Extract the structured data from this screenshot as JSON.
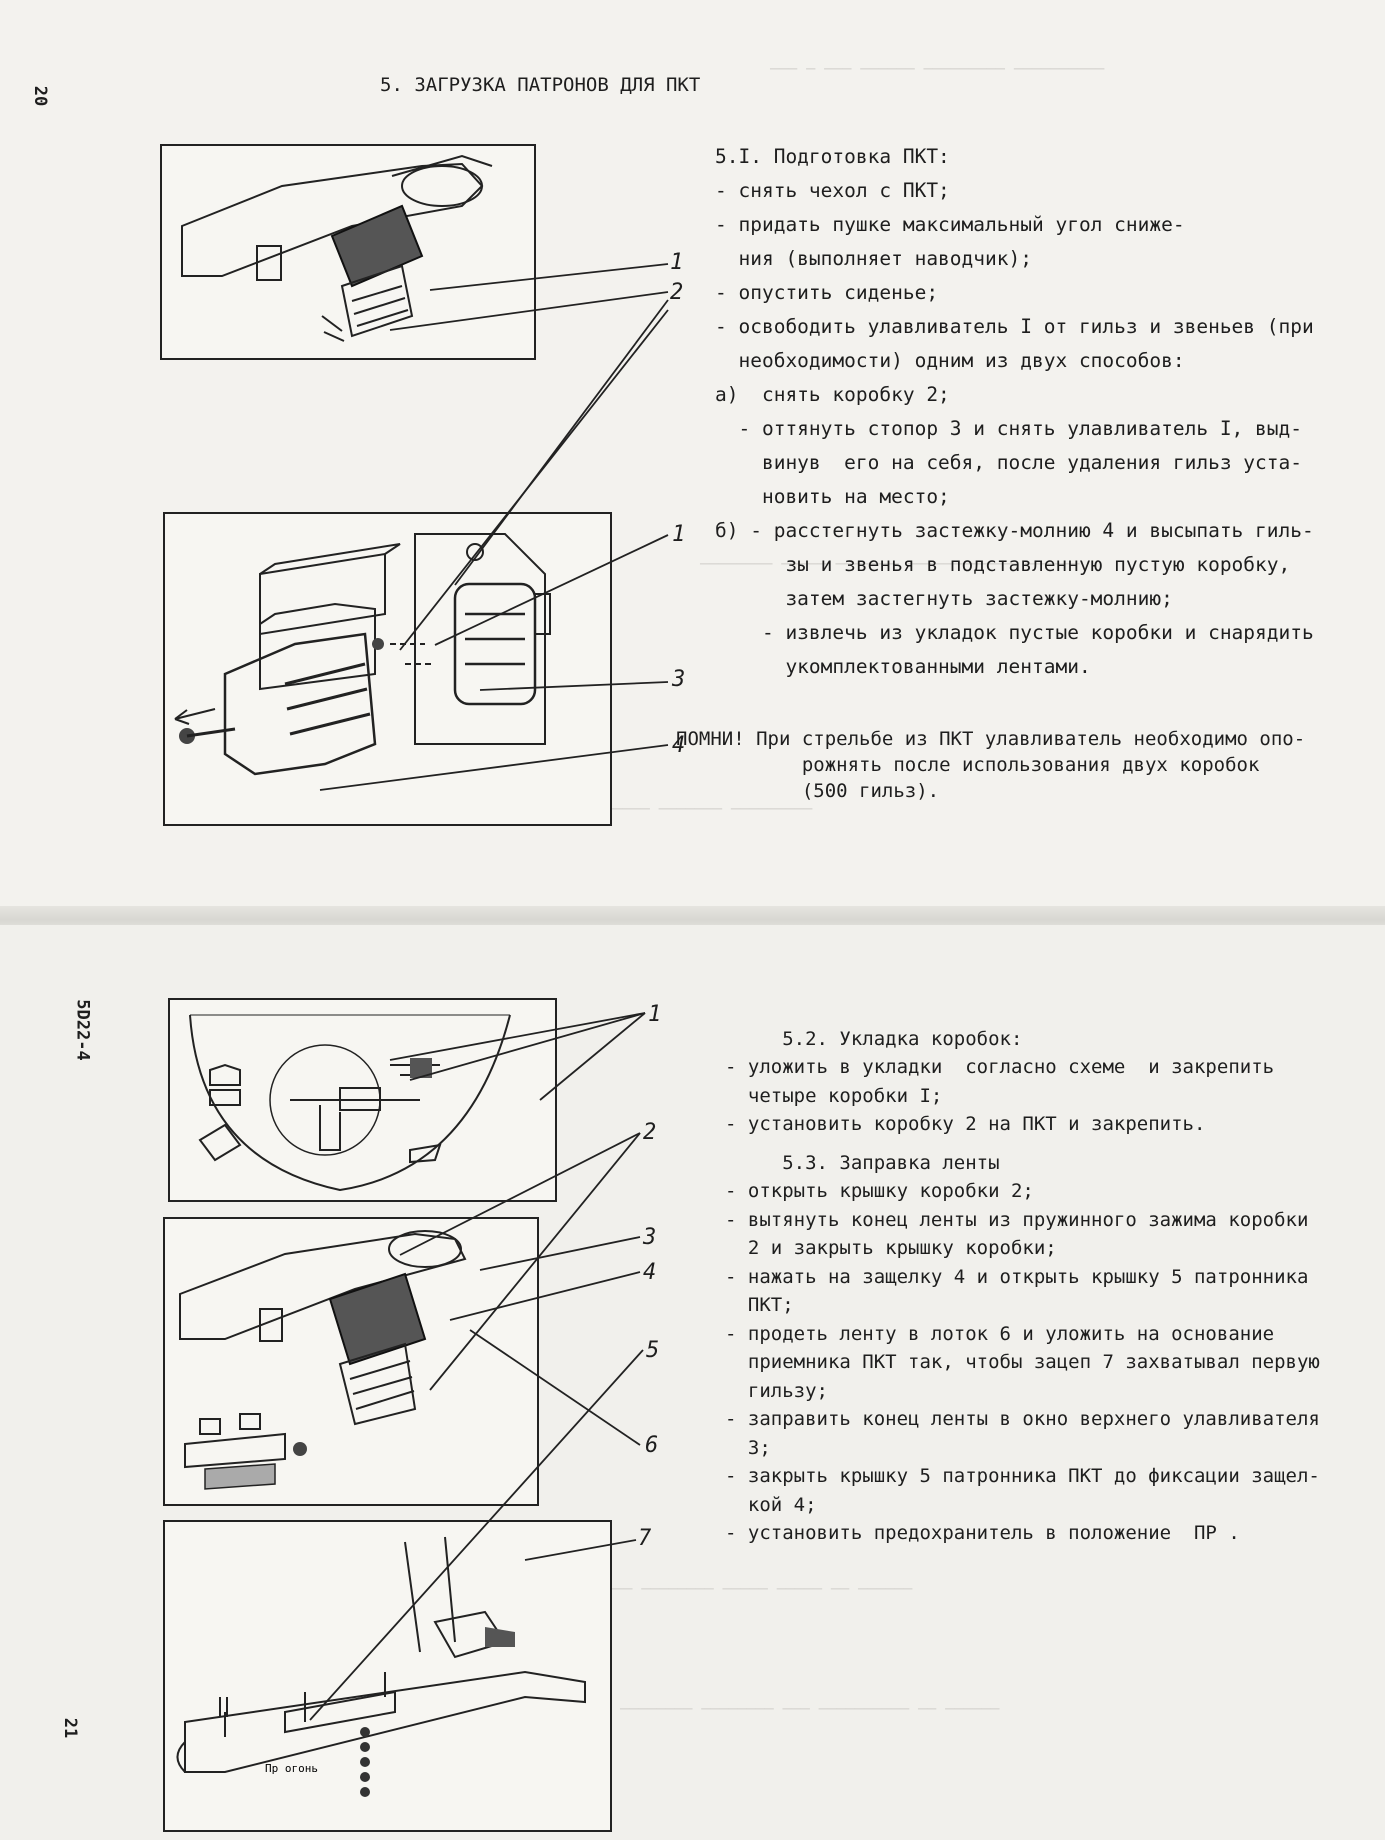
{
  "top": {
    "page_number": "20",
    "title": "5. ЗАГРУЗКА ПАТРОНОВ ДЛЯ ПКТ",
    "lines": [
      "5.I. Подготовка ПКТ:",
      "- снять чехол с ПКТ;",
      "- придать пушке максимальный угол сниже-",
      "  ния (выполняет наводчик);",
      "- опустить сиденье;",
      "- освободить улавливатель I от гильз и звеньев (при",
      "  необходимости) одним из двух способов:",
      "а)  снять коробку 2;",
      "  - оттянуть стопор 3 и снять улавливатель I, выд-",
      "    винув  его на себя, после удаления гильз уста-",
      "    новить на место;",
      "б) - расстегнуть застежку-молнию 4 и высыпать гиль-",
      "      зы и звенья в подставленную пустую коробку,",
      "      затем застегнуть застежку-молнию;",
      "    - извлечь из укладок пустые коробки и снарядить",
      "      укомплектованными лентами."
    ],
    "remember": [
      "ПОМНИ! При стрельбе из ПКТ улавливатель необходимо опо-",
      "           рожнять после использования двух коробок",
      "           (500 гильз)."
    ],
    "callouts": [
      "1",
      "2",
      "1",
      "3",
      "4"
    ]
  },
  "bottom": {
    "side_code": "5D22-4",
    "page_number": "21",
    "lines": [
      "     5.2. Укладка коробок:",
      "- уложить в укладки  согласно схеме  и закрепить",
      "  четыре коробки I;",
      "- установить коробку 2 на ПКТ и закрепить.",
      "",
      "     5.3. Заправка ленты",
      "- открыть крышку коробки 2;",
      "- вытянуть конец ленты из пружинного зажима коробки",
      "  2 и закрыть крышку коробки;",
      "- нажать на защелку 4 и открыть крышку 5 патронника",
      "  ПКТ;",
      "- продеть ленту в лоток 6 и уложить на основание",
      "  приемника ПКТ так, чтобы зацеп 7 захватывал первую",
      "  гильзу;",
      "- заправить конец ленты в окно верхнего улавливателя",
      "  3;",
      "- закрыть крышку 5 патронника ПКТ до фиксации защел-",
      "  кой 4;",
      "- установить предохранитель в положение  ПР ."
    ],
    "callouts": [
      "1",
      "2",
      "3",
      "4",
      "5",
      "6",
      "7"
    ],
    "gun_marks": "Пр   огонь"
  }
}
